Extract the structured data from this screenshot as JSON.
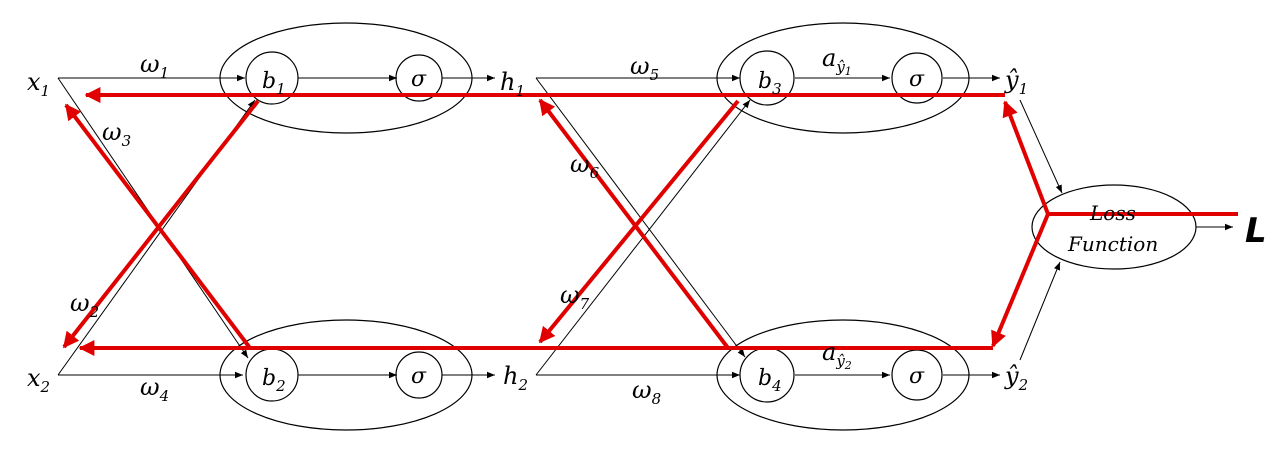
{
  "inputs": {
    "x1": "x",
    "x1_sub": "1",
    "x2": "x",
    "x2_sub": "2"
  },
  "weights": {
    "w1": "ω",
    "w1_sub": "1",
    "w2": "ω",
    "w2_sub": "2",
    "w3": "ω",
    "w3_sub": "3",
    "w4": "ω",
    "w4_sub": "4",
    "w5": "ω",
    "w5_sub": "5",
    "w6": "ω",
    "w6_sub": "6",
    "w7": "ω",
    "w7_sub": "7",
    "w8": "ω",
    "w8_sub": "8"
  },
  "nodes": {
    "b1": "b",
    "b1_sub": "1",
    "b2": "b",
    "b2_sub": "2",
    "b3": "b",
    "b3_sub": "3",
    "b4": "b",
    "b4_sub": "4",
    "sigma": "σ"
  },
  "hidden": {
    "h1": "h",
    "h1_sub": "1",
    "h2": "h",
    "h2_sub": "2"
  },
  "activations": {
    "a1": "a",
    "a1_sub": "ŷ",
    "a1_subsub": "1",
    "a2": "a",
    "a2_sub": "ŷ",
    "a2_subsub": "2"
  },
  "outputs": {
    "y1": "ŷ",
    "y1_sub": "1",
    "y2": "ŷ",
    "y2_sub": "2"
  },
  "loss": {
    "line1": "Loss",
    "line2": "Function",
    "result": "L"
  },
  "colors": {
    "backprop": "#e00000",
    "forward": "#000000"
  }
}
